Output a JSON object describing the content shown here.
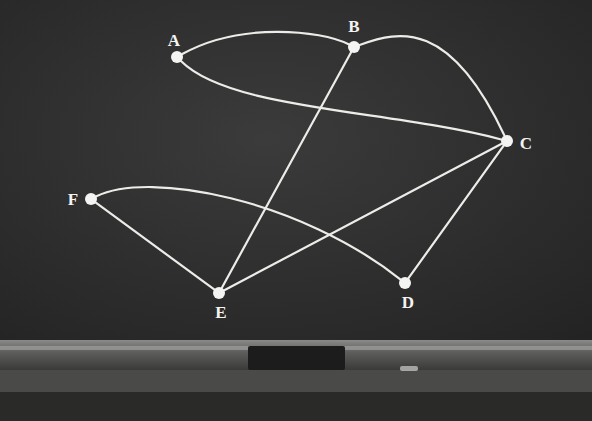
{
  "diagram": {
    "nodes": [
      {
        "text": [
          "A"
        ]
      },
      {
        "text": [
          "B"
        ]
      },
      {
        "text": [
          "C"
        ]
      },
      {
        "text": [
          "F"
        ]
      },
      {
        "text": [
          "E"
        ]
      },
      {
        "text": [
          "D"
        ]
      }
    ],
    "edges": [
      {
        "from": 0,
        "to": 1,
        "arrow": "none"
      },
      {
        "from": 0,
        "to": 2,
        "arrow": "none"
      },
      {
        "from": 1,
        "to": 2,
        "arrow": "none"
      },
      {
        "from": 1,
        "to": 4,
        "arrow": "none"
      },
      {
        "from": 4,
        "to": 2,
        "arrow": "none"
      },
      {
        "from": 5,
        "to": 2,
        "arrow": "none"
      },
      {
        "from": 3,
        "to": 4,
        "arrow": "none"
      },
      {
        "from": 3,
        "to": 5,
        "arrow": "none"
      }
    ]
  }
}
